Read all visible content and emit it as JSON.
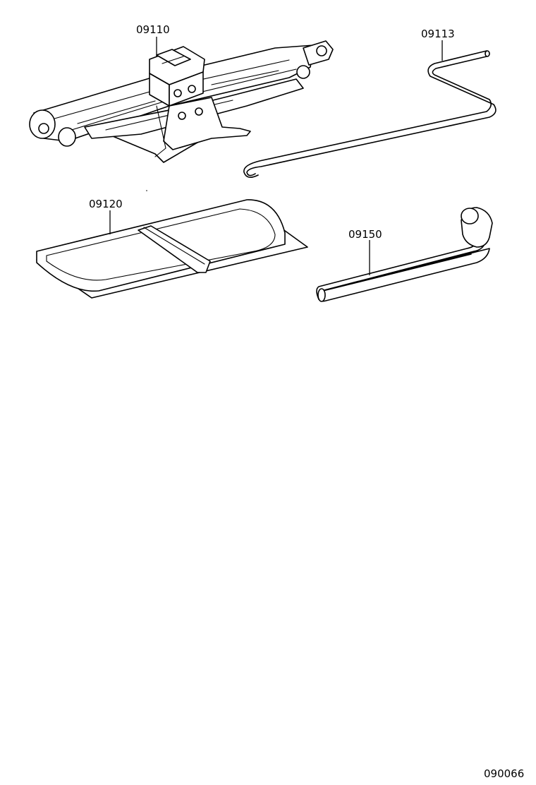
{
  "parts": [
    {
      "id": "jack",
      "number": "09110"
    },
    {
      "id": "jack_handle",
      "number": "09113"
    },
    {
      "id": "tool_bag",
      "number": "09120"
    },
    {
      "id": "wheel_nut_wrench",
      "number": "09150"
    }
  ],
  "figure_code": "090066",
  "line_color": "#000000",
  "background_color": "#ffffff"
}
